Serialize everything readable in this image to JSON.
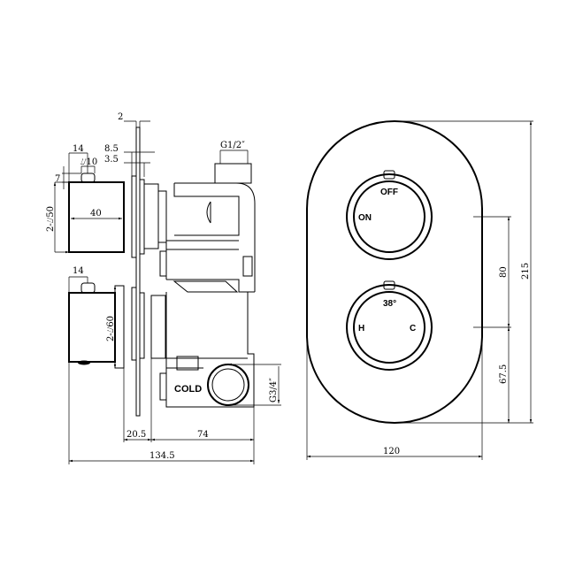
{
  "side_view": {
    "dims": {
      "plate_thickness": "2",
      "pin_offset_top": "14",
      "d1": "8.5",
      "d2": "3.5",
      "pin_diameter": "⌰10",
      "pin_height": "7",
      "handle_diameter": "2-⌰50",
      "handle_length": "40",
      "outlet_thread": "G1/2″",
      "pin_offset_bottom": "14",
      "ring_diameter": "2-⌰60",
      "inlet_thread": "G3/4″",
      "depth_a": "20.5",
      "depth_b": "74",
      "total_depth": "134.5"
    },
    "inlet_label": "COLD"
  },
  "front_view": {
    "top_knob": {
      "off": "OFF",
      "on": "ON"
    },
    "bottom_knob": {
      "temp": "38°",
      "hot": "H",
      "cold": "C"
    },
    "dims": {
      "knob_spacing": "80",
      "height": "215",
      "bottom_offset": "67.5",
      "width": "120"
    }
  }
}
